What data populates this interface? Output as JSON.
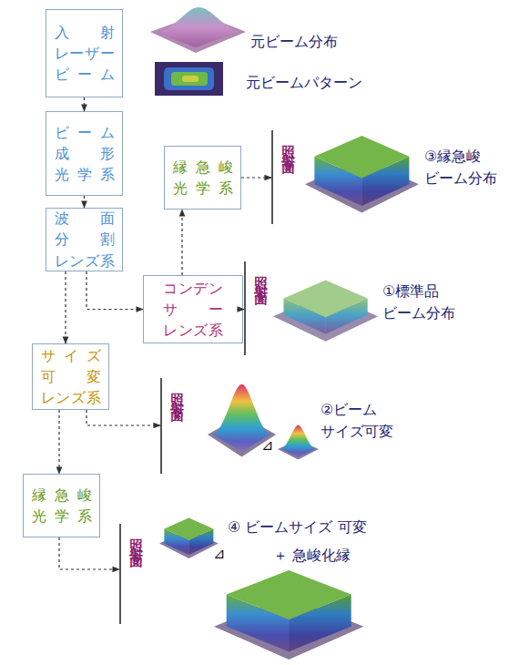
{
  "diagram": {
    "nodes": [
      {
        "text": [
          "入射 レーザー ビーム"
        ]
      },
      {
        "text": [
          "ビーム 成形 光学系"
        ]
      },
      {
        "text": [
          "縁急峻 光学系"
        ]
      },
      {
        "text": [
          "照射面③"
        ]
      },
      {
        "text": [
          "波面 分割 レンズ系"
        ]
      },
      {
        "text": [
          "コンデン サー レンズ系"
        ]
      },
      {
        "text": [
          "照射面①"
        ]
      },
      {
        "text": [
          "サイズ 可変 レンズ系"
        ]
      },
      {
        "text": [
          "照射面②"
        ]
      },
      {
        "text": [
          "縁急峻 光学系"
        ]
      },
      {
        "text": [
          "照射面④"
        ]
      }
    ],
    "edges": [
      {
        "from": 0,
        "to": 1,
        "arrow": "to"
      },
      {
        "from": 1,
        "to": 4,
        "arrow": "to"
      },
      {
        "from": 4,
        "to": 5,
        "arrow": "to"
      },
      {
        "from": 5,
        "to": 2,
        "arrow": "to"
      },
      {
        "from": 2,
        "to": 3,
        "arrow": "to"
      },
      {
        "from": 5,
        "to": 6,
        "arrow": "to"
      },
      {
        "from": 4,
        "to": 7,
        "arrow": "to"
      },
      {
        "from": 7,
        "to": 8,
        "arrow": "to"
      },
      {
        "from": 7,
        "to": 9,
        "arrow": "to"
      },
      {
        "from": 9,
        "to": 10,
        "arrow": "to"
      }
    ],
    "labels": [
      "元ビーム分布",
      "元ビームパターン",
      "③縁急峻 ビーム分布",
      "①標準品 ビーム分布",
      "②ビーム サイズ可変",
      "⊿",
      "④ ビームサイズ 可変",
      "⊿",
      "＋ 急峻化縁"
    ]
  }
}
